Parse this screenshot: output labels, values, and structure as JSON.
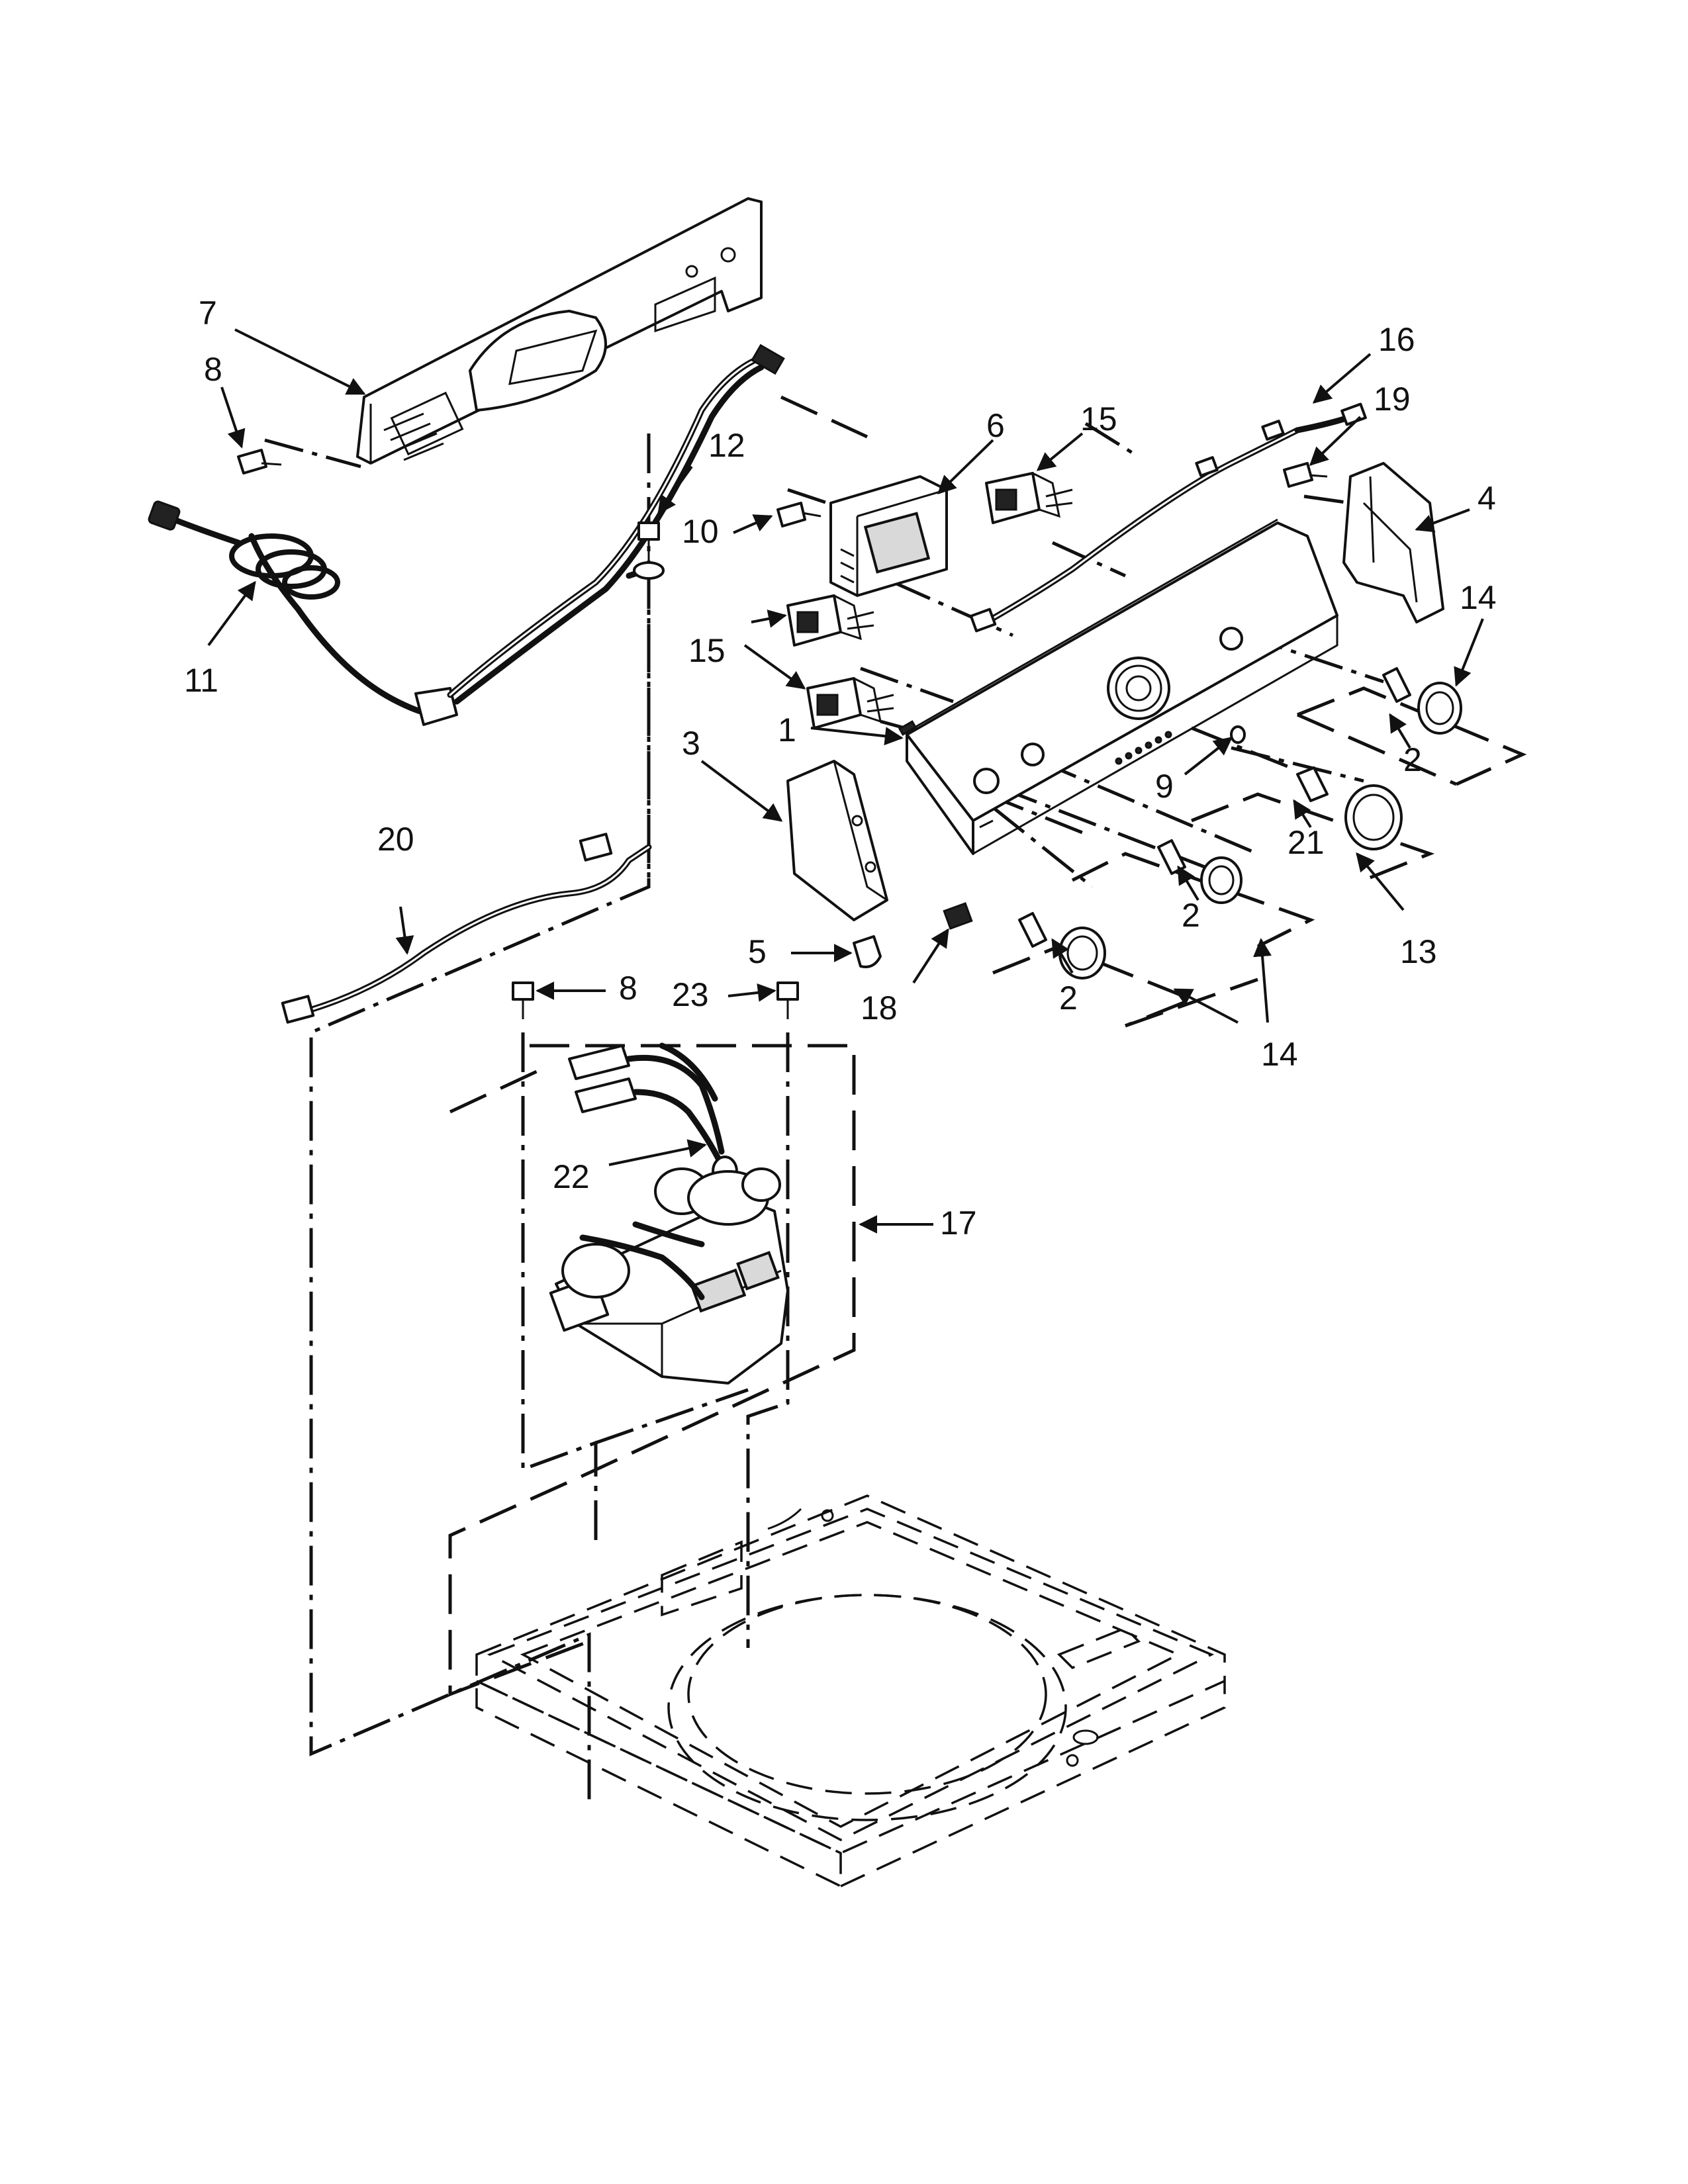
{
  "callouts": {
    "c1": "1",
    "c2a": "2",
    "c2b": "2",
    "c2c": "2",
    "c3": "3",
    "c4": "4",
    "c5": "5",
    "c6": "6",
    "c7": "7",
    "c8a": "8",
    "c8b": "8",
    "c9": "9",
    "c10": "10",
    "c11": "11",
    "c12": "12",
    "c13": "13",
    "c14a": "14",
    "c14b": "14",
    "c15a": "15",
    "c15b": "15",
    "c16": "16",
    "c17": "17",
    "c18": "18",
    "c19": "19",
    "c20": "20",
    "c21": "21",
    "c22": "22",
    "c23": "23"
  }
}
